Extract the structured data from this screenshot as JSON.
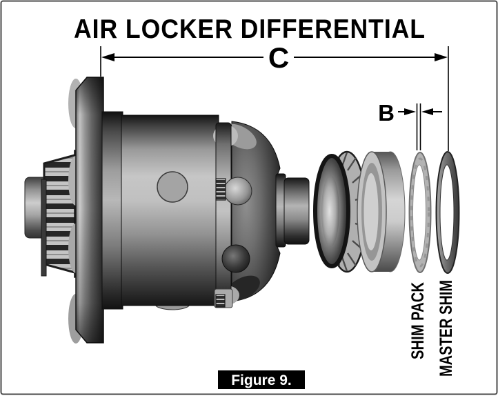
{
  "figure": {
    "title": "AIR LOCKER DIFFERENTIAL",
    "caption": "Figure 9."
  },
  "dimensions": {
    "overall_width_label": "C",
    "shim_gap_label": "B"
  },
  "part_labels": {
    "shim_pack": "SHIM PACK",
    "master_shim": "MASTER SHIM"
  },
  "parts": {
    "left_axle_stub": "axle-stub-left",
    "left_bearing": "carrier-bearing-left",
    "flange": "ring-gear-flange",
    "case_body": "differential-case-body",
    "case_boss": "case-boss",
    "bell_housing": "bell-housing",
    "right_axle_stub": "axle-stub-right",
    "right_bearing": "carrier-bearing-right",
    "bearing_race": "bearing-race",
    "shim_pack": "shim-pack-ring",
    "master_shim": "master-shim-ring"
  },
  "colors": {
    "background": "#ffffff",
    "border": "#4a4a4a",
    "line": "#000000",
    "caption_bg": "#000000",
    "caption_text": "#ffffff",
    "metal_highlight": "#c6c6c6",
    "metal_shadow": "#141414",
    "race_gray": "#cdcdcd",
    "shim_pack_gray": "#b3b3b3",
    "master_shim_gray": "#6e6e6e"
  }
}
